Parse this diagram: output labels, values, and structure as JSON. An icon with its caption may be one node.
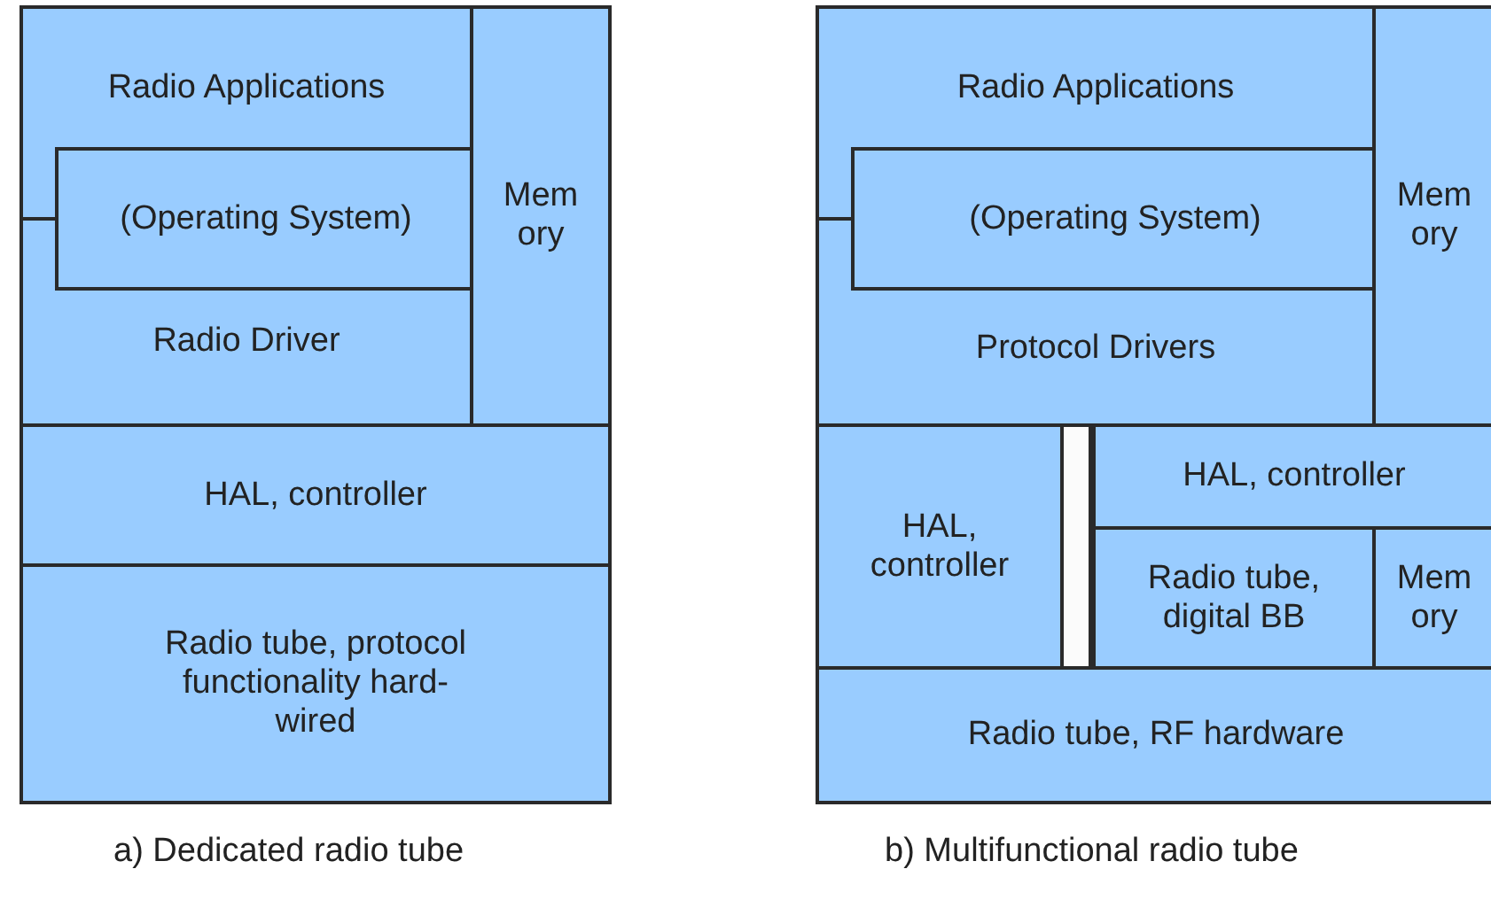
{
  "diagram": {
    "nodes": [
      {
        "text": [
          "Radio Applications",
          "Radio Driver"
        ]
      },
      {
        "text": [
          "(Operating System)"
        ],
        "in": 0
      },
      {
        "text": [
          "Mem ory"
        ]
      },
      {
        "text": [
          "HAL, controller"
        ]
      },
      {
        "text": [
          "Radio tube, protocol functionality hard-wired"
        ]
      },
      {
        "text": [
          "Radio Applications",
          "Protocol Drivers"
        ]
      },
      {
        "text": [
          "(Operating System)"
        ],
        "in": 5
      },
      {
        "text": [
          "Mem ory"
        ]
      },
      {
        "text": [
          "HAL, controller"
        ]
      },
      {
        "text": [],
        "shape": "bar"
      },
      {
        "text": [
          "HAL, controller"
        ]
      },
      {
        "text": [
          "Radio tube, digital BB"
        ]
      },
      {
        "text": [
          "Mem ory"
        ]
      },
      {
        "text": [
          "Radio tube, RF hardware"
        ]
      }
    ],
    "edges": [
      {
        "from": 0,
        "to": 1,
        "arrow": "none"
      },
      {
        "from": 5,
        "to": 6,
        "arrow": "none"
      }
    ],
    "labels": [
      "a) Dedicated radio tube",
      "b) Multifunctional radio tube"
    ]
  }
}
